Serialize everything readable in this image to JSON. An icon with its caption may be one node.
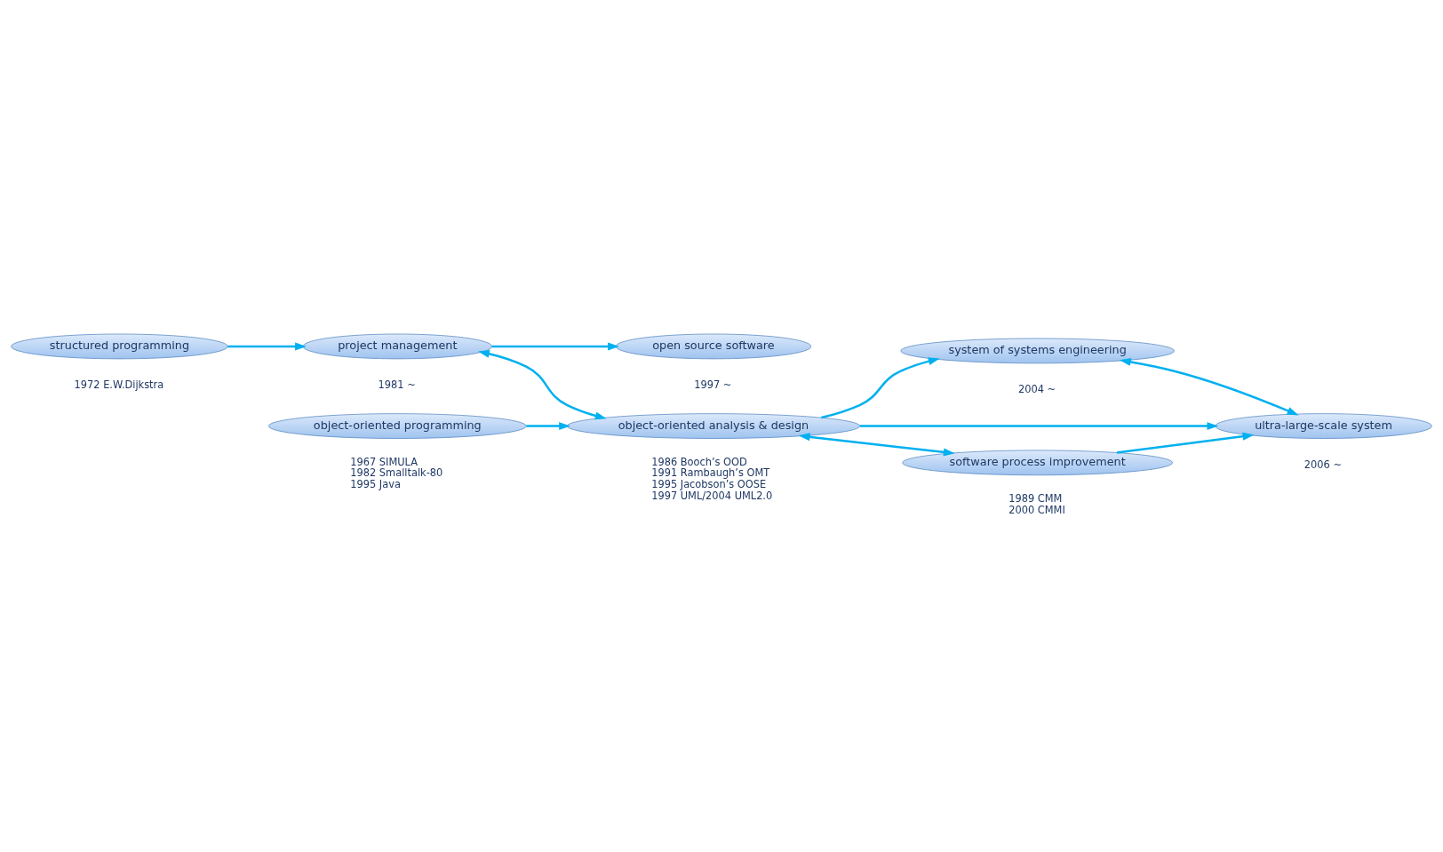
{
  "diagram": {
    "nodes": [
      {
        "text": [
          "structured programming"
        ],
        "beside": [
          "1972 E.W.Dijkstra"
        ]
      },
      {
        "text": [
          "project management"
        ],
        "beside": [
          "1981 ~"
        ]
      },
      {
        "text": [
          "open source software"
        ],
        "beside": [
          "1997 ~"
        ]
      },
      {
        "text": [
          "object-oriented programming"
        ],
        "beside": [
          "1967 SIMULA",
          "1982 Smalltalk-80",
          "1995 Java"
        ]
      },
      {
        "text": [
          "object-oriented analysis & design"
        ],
        "beside": [
          "1986 Booch’s OOD",
          "1991 Rambaugh’s OMT",
          "1995 Jacobson’s OOSE",
          "1997 UML/2004 UML2.0"
        ]
      },
      {
        "text": [
          "system of systems engineering"
        ],
        "beside": [
          "2004 ~"
        ]
      },
      {
        "text": [
          "ultra-large-scale system"
        ],
        "beside": [
          "2006 ~"
        ]
      },
      {
        "text": [
          "software process improvement"
        ],
        "beside": [
          "1989 CMM",
          "2000 CMMI"
        ]
      }
    ],
    "edges": [
      {
        "from": 0,
        "to": 1,
        "arrow": "to"
      },
      {
        "from": 1,
        "to": 2,
        "arrow": "to"
      },
      {
        "from": 1,
        "to": 4,
        "arrow": "both"
      },
      {
        "from": 3,
        "to": 4,
        "arrow": "to"
      },
      {
        "from": 4,
        "to": 5,
        "arrow": "to"
      },
      {
        "from": 4,
        "to": 6,
        "arrow": "to"
      },
      {
        "from": 5,
        "to": 6,
        "arrow": "both"
      },
      {
        "from": 4,
        "to": 7,
        "arrow": "both"
      },
      {
        "from": 7,
        "to": 6,
        "arrow": "to"
      }
    ]
  }
}
